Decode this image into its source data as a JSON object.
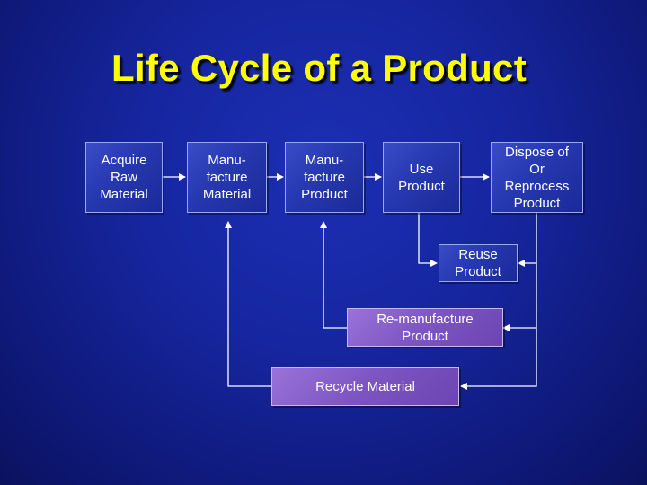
{
  "slide": {
    "title": "Life Cycle of a Product"
  },
  "boxes": {
    "acquire": "Acquire\nRaw\nMaterial",
    "manufacture_material": "Manu-\nfacture\nMaterial",
    "manufacture_product": "Manu-\nfacture\nProduct",
    "use_product": "Use\nProduct",
    "dispose": "Dispose of\nOr\nReprocess\nProduct",
    "reuse": "Reuse\nProduct",
    "remanufacture": "Re-manufacture\nProduct",
    "recycle": "Recycle Material"
  },
  "colors": {
    "background": "#1626a0",
    "title": "#ffff00",
    "box_blue": "#2638b0",
    "box_purple": "#7d55c3",
    "lines": "#ffffff"
  }
}
